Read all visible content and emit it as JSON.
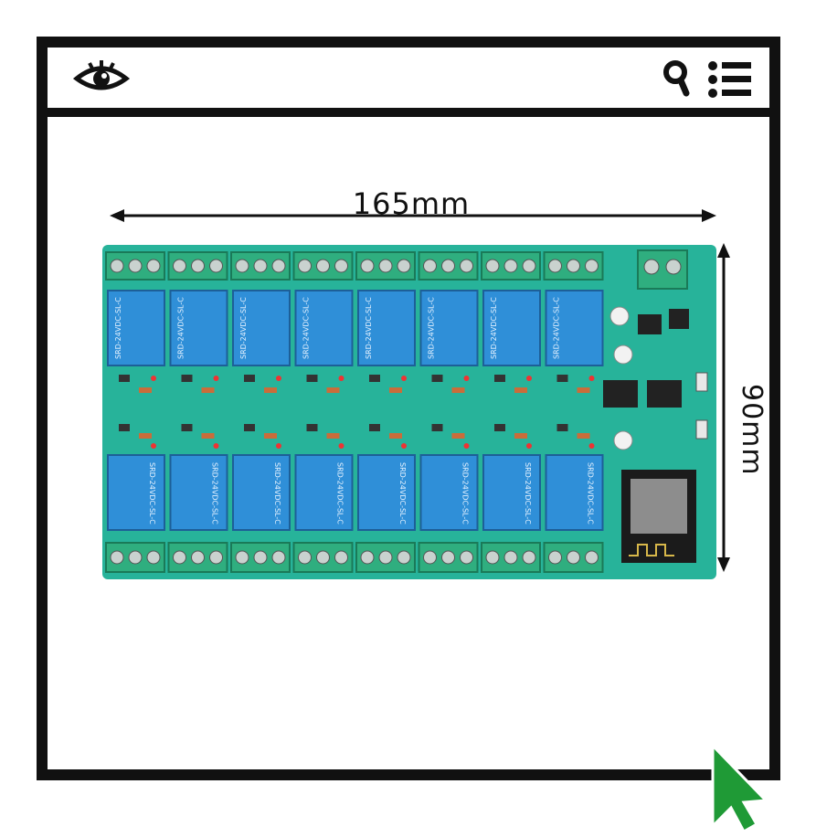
{
  "toolbar": {
    "view_icon": "eye-icon",
    "search_icon": "search-icon",
    "menu_icon": "list-menu-icon"
  },
  "dimensions": {
    "width_label": "165mm",
    "height_label": "90mm"
  },
  "board": {
    "relay_label": "SRD-24VDC-SL-C",
    "relay_count": 16
  },
  "colors": {
    "frame": "#111111",
    "pcb": "#27b39a",
    "relay": "#2f8fd8",
    "terminal": "#2fae7f",
    "cursor": "#1f9a36"
  }
}
